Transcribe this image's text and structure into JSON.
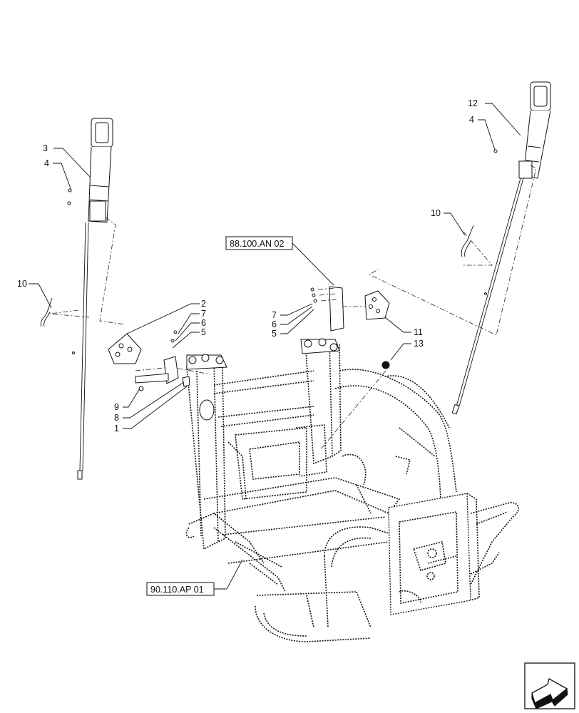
{
  "callouts": {
    "c1": "1",
    "c2": "2",
    "c3": "3",
    "c4_left": "4",
    "c4_right": "4",
    "c5_left": "5",
    "c5_right": "5",
    "c6_left": "6",
    "c6_right": "6",
    "c7_left": "7",
    "c7_right": "7",
    "c8": "8",
    "c9": "9",
    "c10_left": "10",
    "c10_right": "10",
    "c11": "11",
    "c12": "12",
    "c13": "13"
  },
  "references": {
    "ref_top": "88.100.AN 02",
    "ref_bottom": "90.110.AP 01"
  },
  "icons": {
    "nav": "arrow-right-icon"
  }
}
